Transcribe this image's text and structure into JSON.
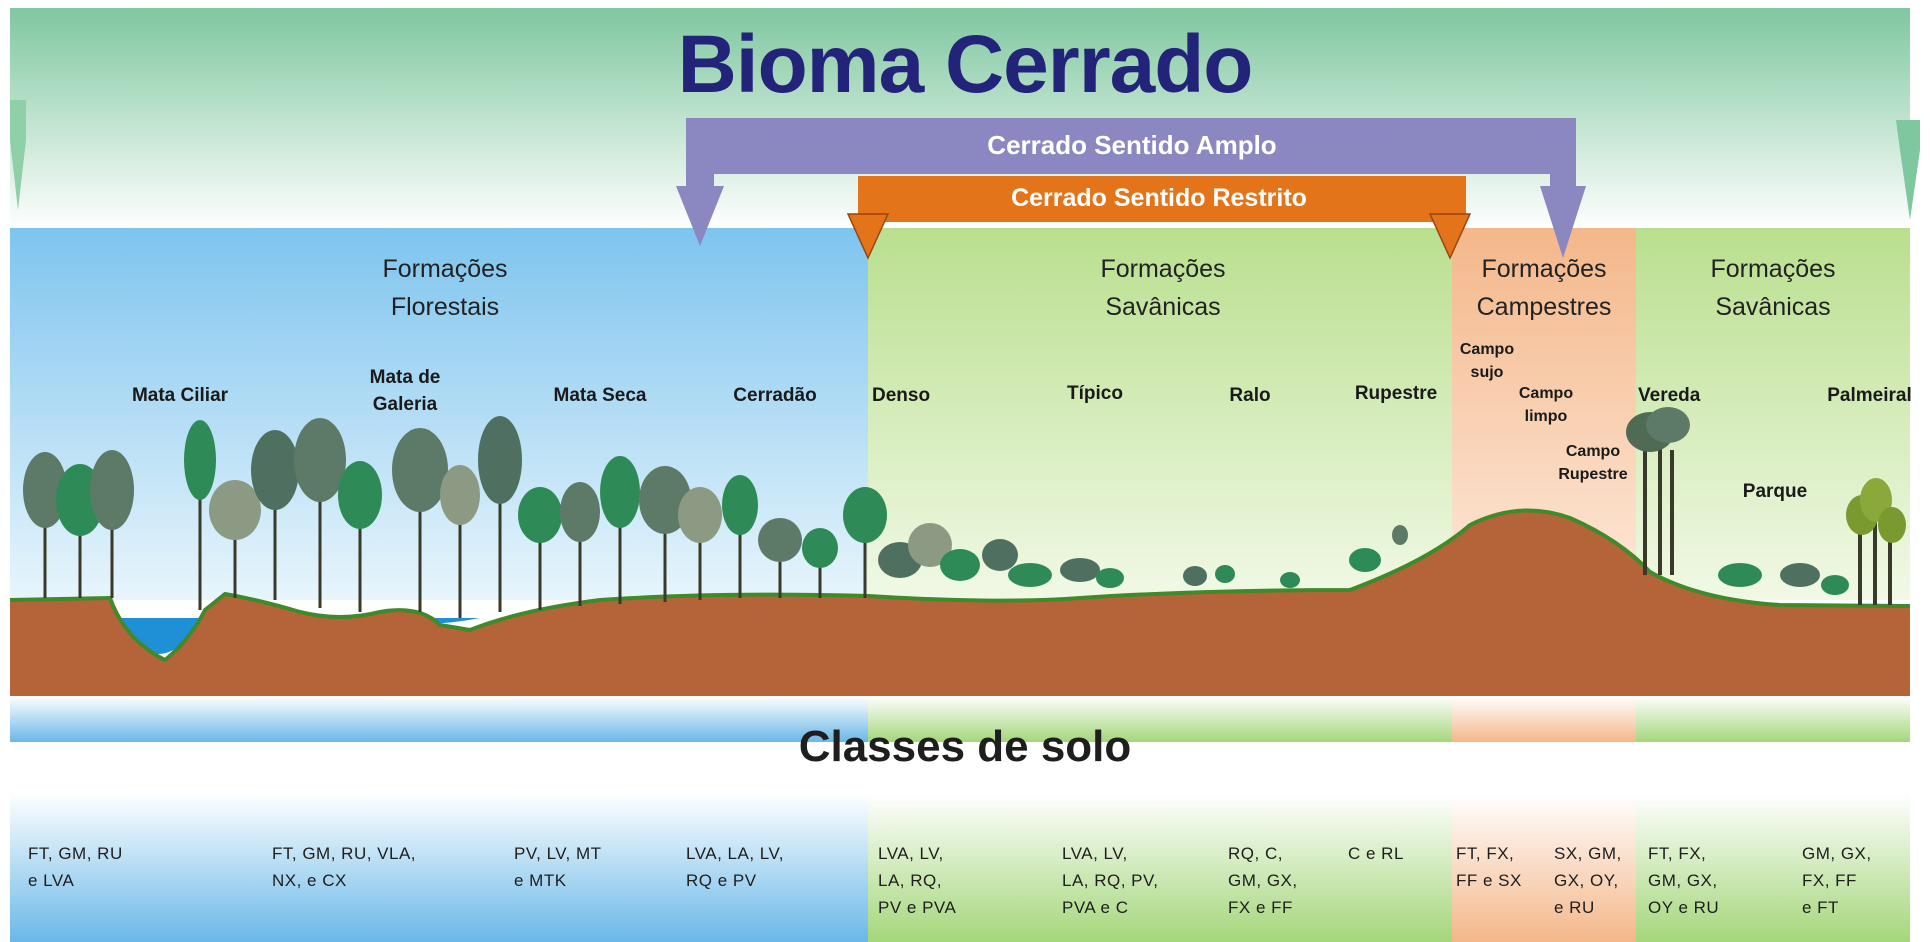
{
  "title": "Bioma Cerrado",
  "bands": {
    "amplo": "Cerrado Sentido Amplo",
    "restrito": "Cerrado Sentido Restrito"
  },
  "formations": [
    {
      "id": "florestais",
      "label": "Formações\nFlorestais"
    },
    {
      "id": "savanicas-1",
      "label": "Formações\nSavânicas"
    },
    {
      "id": "campestres",
      "label": "Formações\nCampestres"
    },
    {
      "id": "savanicas-2",
      "label": "Formações\nSavânicas"
    }
  ],
  "vegetation": [
    "Mata Ciliar",
    "Mata de\nGaleria",
    "Mata Seca",
    "Cerradão",
    "Denso",
    "Típico",
    "Ralo",
    "Rupestre",
    "Campo\nsujo",
    "Campo\nlimpo",
    "Campo\nRupestre",
    "Vereda",
    "Parque",
    "Palmeiral"
  ],
  "soil_title": "Classes de solo",
  "soils": [
    "FT, GM, RU\ne LVA",
    "FT, GM, RU, VLA,\nNX, e CX",
    "PV, LV, MT\ne MTK",
    "LVA, LA, LV,\nRQ e PV",
    "LVA, LV,\nLA, RQ,\nPV e PVA",
    "LVA, LV,\nLA, RQ, PV,\nPVA e C",
    "RQ, C,\nGM, GX,\nFX e FF",
    "C e RL",
    "FT, FX,\nFF e SX",
    "SX, GM,\nGX, OY,\ne RU",
    "FT, FX,\nGM, GX,\nOY e RU",
    "GM, GX,\nFX, FF\ne FT"
  ],
  "colors": {
    "title": "#23237a",
    "forest_sky": "#8ecdf0",
    "savanna": "#c6e5a0",
    "campestre": "#f6c39a",
    "soil": "#b5643a",
    "amplo_band": "#8b87c0",
    "restrito_band": "#e47419",
    "header_green": "#7fc79f"
  }
}
